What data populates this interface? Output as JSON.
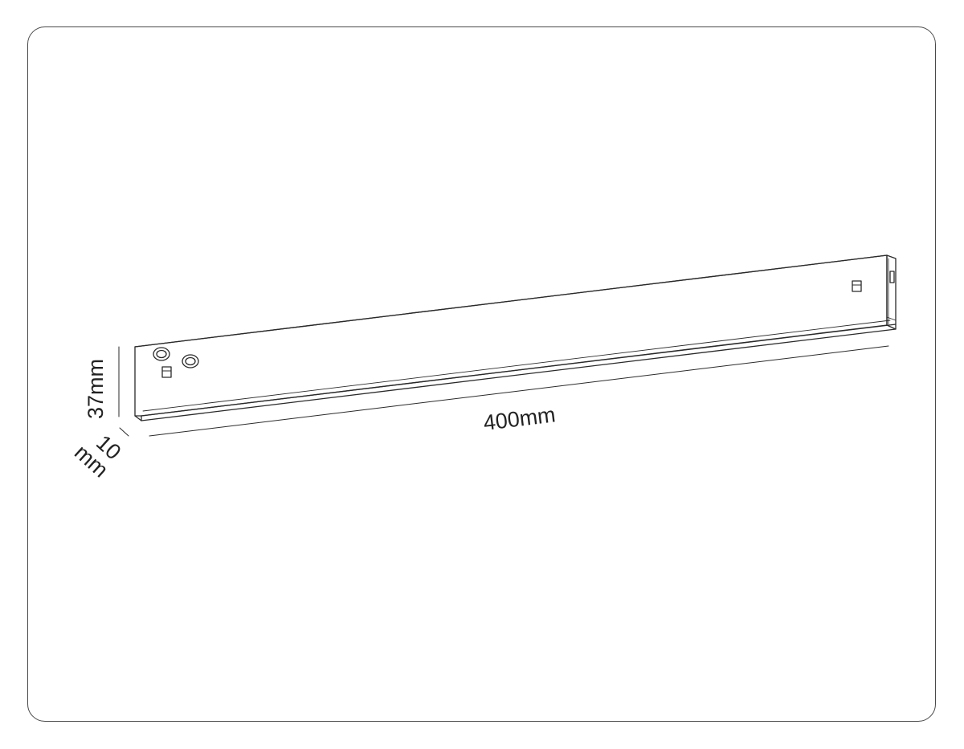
{
  "dimensions": {
    "length": "400mm",
    "height": "37mm",
    "depth_value": "10",
    "depth_unit": "mm"
  },
  "colors": {
    "line": "#2a2a2a",
    "frame": "#4a4a4a",
    "background": "#ffffff"
  }
}
